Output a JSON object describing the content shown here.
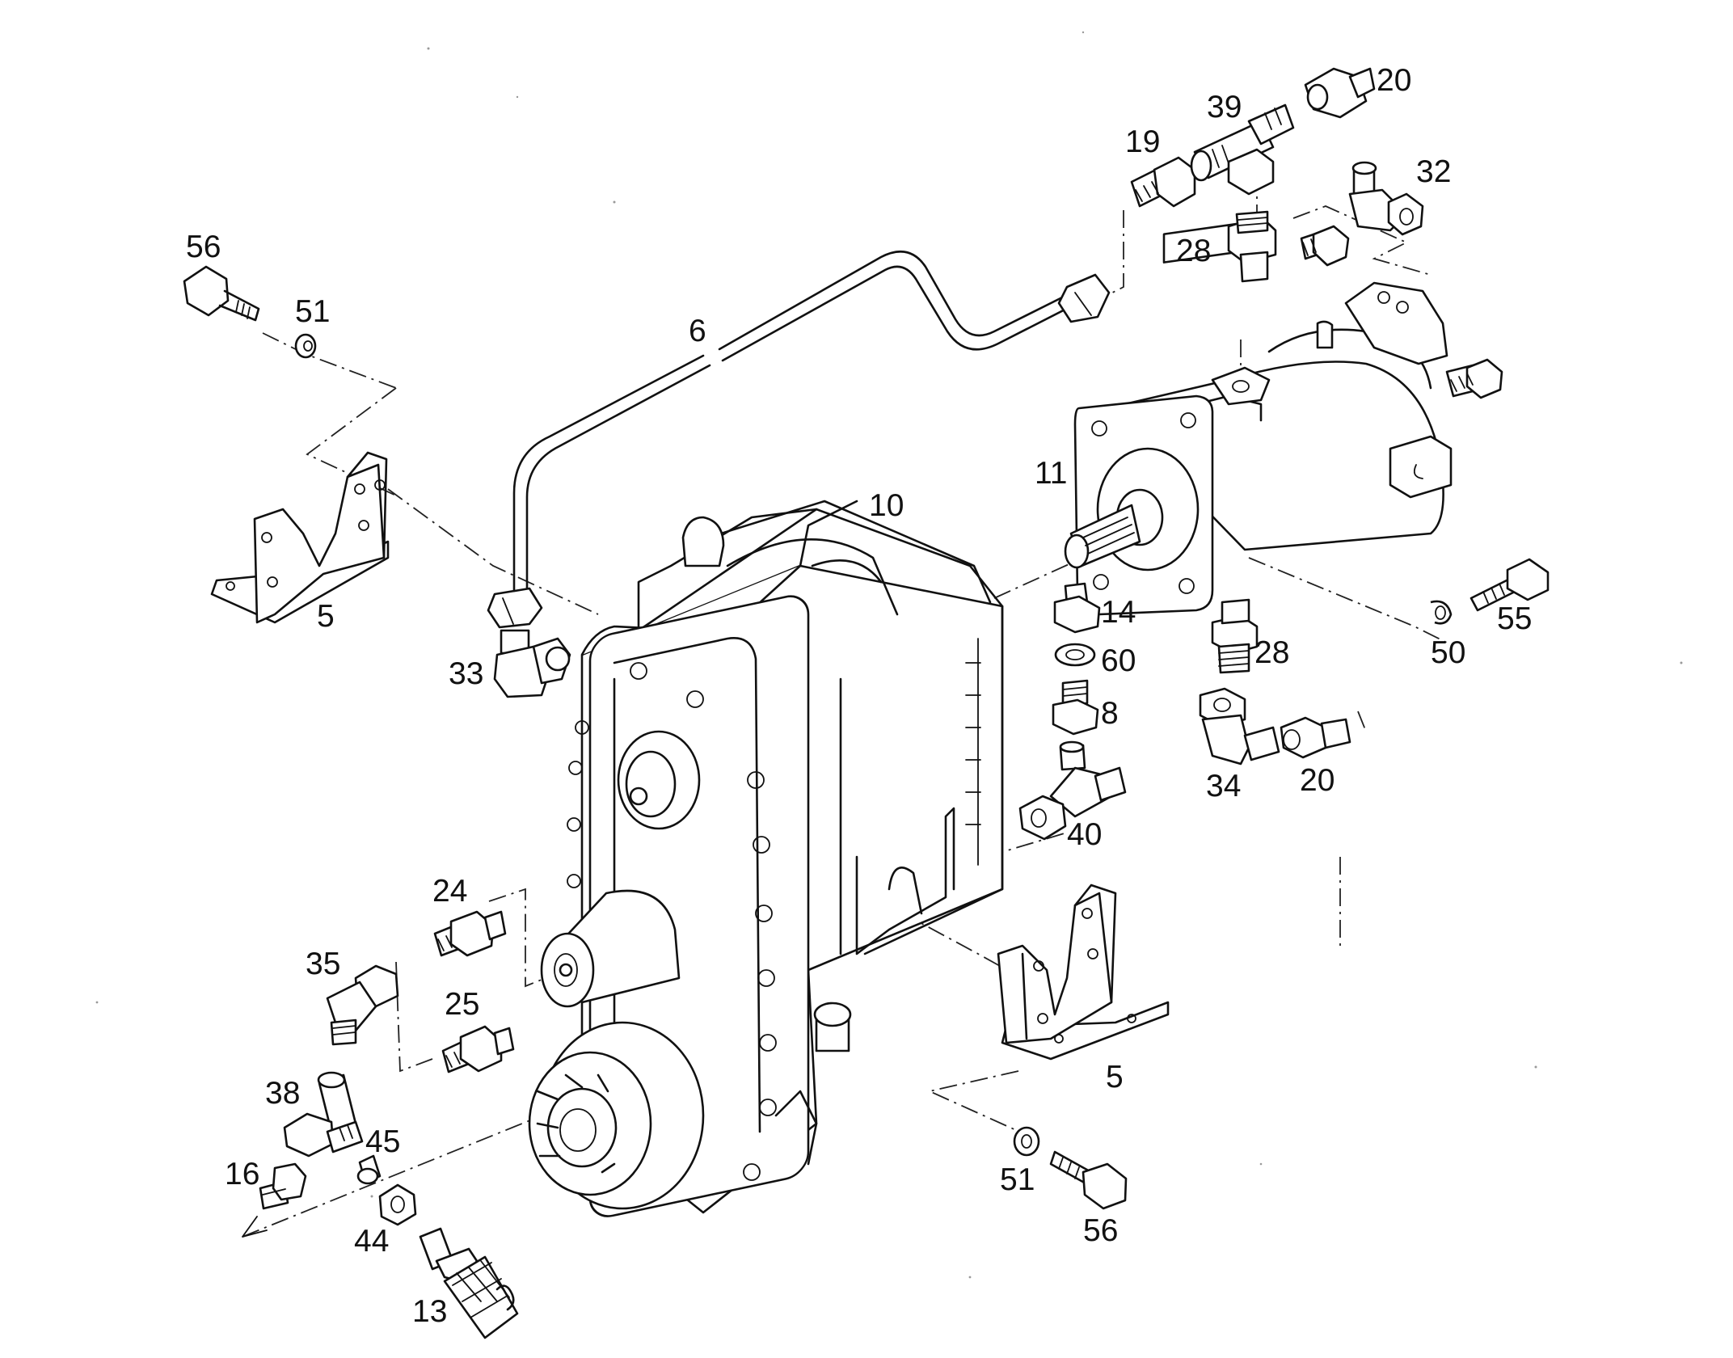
{
  "labels": {
    "l56a": "56",
    "l51a": "51",
    "l5a": "5",
    "l6": "6",
    "l33": "33",
    "l19": "19",
    "l39": "39",
    "l20a": "20",
    "l32": "32",
    "l28a": "28",
    "l11": "11",
    "l10": "10",
    "l14": "14",
    "l60": "60",
    "l8": "8",
    "l40": "40",
    "l28b": "28",
    "l34": "34",
    "l20b": "20",
    "l50": "50",
    "l55": "55",
    "l24": "24",
    "l35": "35",
    "l25": "25",
    "l38": "38",
    "l45": "45",
    "l16": "16",
    "l44": "44",
    "l13": "13",
    "l5b": "5",
    "l51b": "51",
    "l56b": "56"
  },
  "colors": {
    "ink": "#111111",
    "paper": "#ffffff"
  }
}
